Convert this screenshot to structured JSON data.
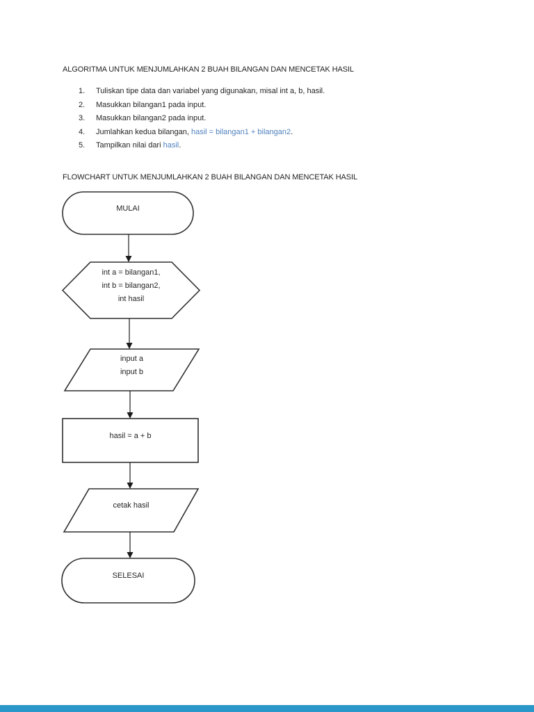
{
  "page": {
    "background_color": "#ffffff",
    "footer_bar_color": "#2b97c9",
    "text_color": "#1f1f1f",
    "highlight_color": "#4f81bd"
  },
  "algorithm": {
    "title": "ALGORITMA UNTUK MENJUMLAHKAN 2 BUAH BILANGAN DAN MENCETAK HASIL",
    "steps": [
      {
        "num": "1.",
        "text": "Tuliskan tipe data dan variabel yang digunakan, misal int a, b, hasil."
      },
      {
        "num": "2.",
        "text": "Masukkan bilangan1 pada input."
      },
      {
        "num": "3.",
        "text": "Masukkan bilangan2 pada input."
      },
      {
        "num": "4.",
        "text": "Jumlahkan kedua bilangan, ",
        "highlight": "hasil = bilangan1 + bilangan2",
        "suffix": "."
      },
      {
        "num": "5.",
        "text": "Tampilkan nilai dari ",
        "highlight": "hasil",
        "suffix": "."
      }
    ]
  },
  "flowchart": {
    "title": "FLOWCHART UNTUK MENJUMLAHKAN 2 BUAH BILANGAN DAN MENCETAK HASIL",
    "nodes": {
      "start": {
        "type": "terminator",
        "label": "MULAI"
      },
      "declare": {
        "type": "preparation",
        "line1": "int a = bilangan1,",
        "line2": "int b = bilangan2,",
        "line3": "int hasil"
      },
      "input": {
        "type": "input-output",
        "line1": "input a",
        "line2": "input b"
      },
      "process": {
        "type": "process",
        "label": "hasil = a + b"
      },
      "output": {
        "type": "input-output",
        "label": "cetak hasil"
      },
      "end": {
        "type": "terminator",
        "label": "SELESAI"
      }
    }
  }
}
